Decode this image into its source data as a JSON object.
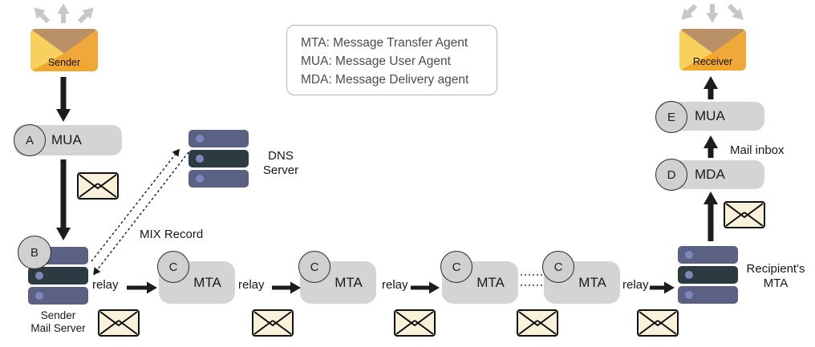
{
  "legend": {
    "line1": "MTA: Message Transfer Agent",
    "line2": "MUA: Message User Agent",
    "line3": "MDA: Message Delivery agent"
  },
  "sender_envelope": {
    "label": "Sender"
  },
  "receiver_envelope": {
    "label": "Receiver"
  },
  "mua_sender": {
    "letter": "A",
    "label": "MUA"
  },
  "sender_mail_server": {
    "letter": "B",
    "line1": "Sender",
    "line2": "Mail Server"
  },
  "dns_server": {
    "line1": "DNS",
    "line2": "Server"
  },
  "mix_record_label": "MIX Record",
  "relays": [
    "relay",
    "relay",
    "relay",
    "relay"
  ],
  "mta_chain": [
    {
      "letter": "C",
      "label": "MTA"
    },
    {
      "letter": "C",
      "label": "MTA"
    },
    {
      "letter": "C",
      "label": "MTA"
    },
    {
      "letter": "C",
      "label": "MTA"
    }
  ],
  "recipient_mta": {
    "line1": "Recipient's",
    "line2": "MTA"
  },
  "mda": {
    "letter": "D",
    "label": "MDA"
  },
  "mua_receiver": {
    "letter": "E",
    "label": "MUA"
  },
  "mail_inbox_label": "Mail inbox",
  "colors": {
    "box_gray": "#d4d4d4",
    "server_light": "#5a6183",
    "server_dark": "#2c3a41",
    "envelope_orange": "#f3a62c",
    "message_cream": "#faf1da",
    "arrow_black": "#1c1c1c",
    "arrow_gray": "#c7c7c7"
  }
}
